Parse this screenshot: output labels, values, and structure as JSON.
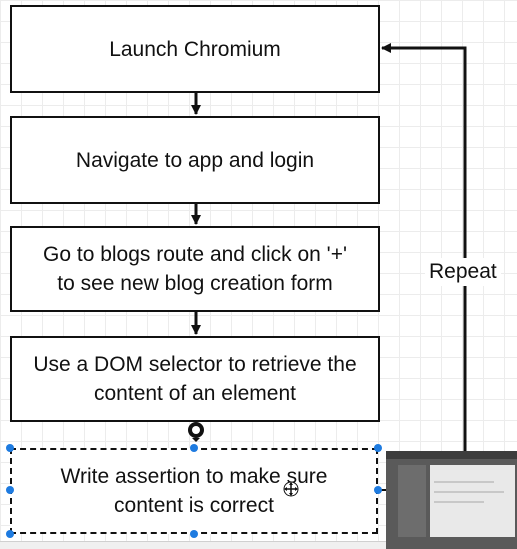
{
  "flowchart": {
    "steps": [
      "Launch Chromium",
      "Navigate to app and login",
      "Go to blogs route and click on '+'\nto see new blog creation form",
      "Use a DOM selector to retrieve the\ncontent of an element",
      "Write assertion to make sure\ncontent is correct"
    ],
    "loop_label": "Repeat"
  },
  "colors": {
    "stroke": "#111111",
    "selection_handle": "#1e7be0"
  },
  "icons": {
    "connection_handle": "connection-handle-icon",
    "move_cursor": "move-cursor-icon"
  }
}
